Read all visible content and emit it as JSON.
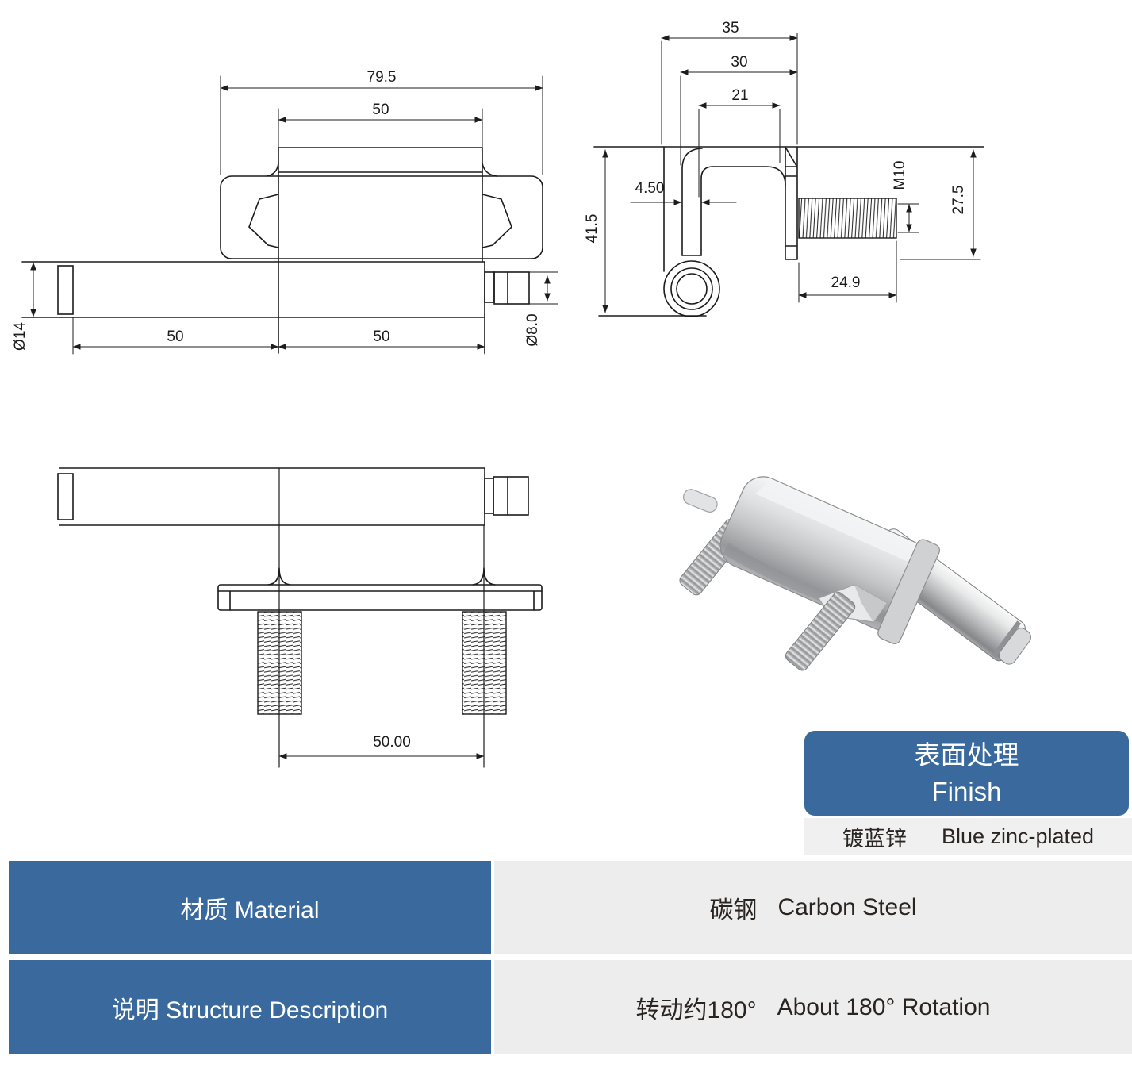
{
  "colors": {
    "accent_blue": "#3A6A9D",
    "cell_gray": "#EDEDED",
    "strip_gray": "#F0F0F0",
    "line": "#1c1c1c",
    "text_dark": "#29241f",
    "metal_light": "#eceded",
    "metal_dark": "#8e9093"
  },
  "front_view": {
    "labels": {
      "overall": "79.5",
      "tab": "50",
      "left_span": "50",
      "right_span": "50",
      "shaft_dia": "Ø14",
      "stub_dia": "Ø8.0"
    }
  },
  "side_view": {
    "labels": {
      "width": "35",
      "inner": "30",
      "channel": "21",
      "thickness": "4.50",
      "height": "41.5",
      "thread": "M10",
      "stud_height": "27.5",
      "stud_len": "24.9"
    }
  },
  "bottom_view": {
    "labels": {
      "spacing": "50.00"
    }
  },
  "finish": {
    "title_zh": "表面处理",
    "title_en": "Finish",
    "value_zh": "镀蓝锌",
    "value_en": "Blue zinc-plated"
  },
  "table": {
    "rows": [
      {
        "label": "材质 Material",
        "value_zh": "碳钢",
        "value_en": "Carbon Steel"
      },
      {
        "label": "说明 Structure Description",
        "value_zh": "转动约180°",
        "value_en": "About 180° Rotation"
      }
    ]
  }
}
